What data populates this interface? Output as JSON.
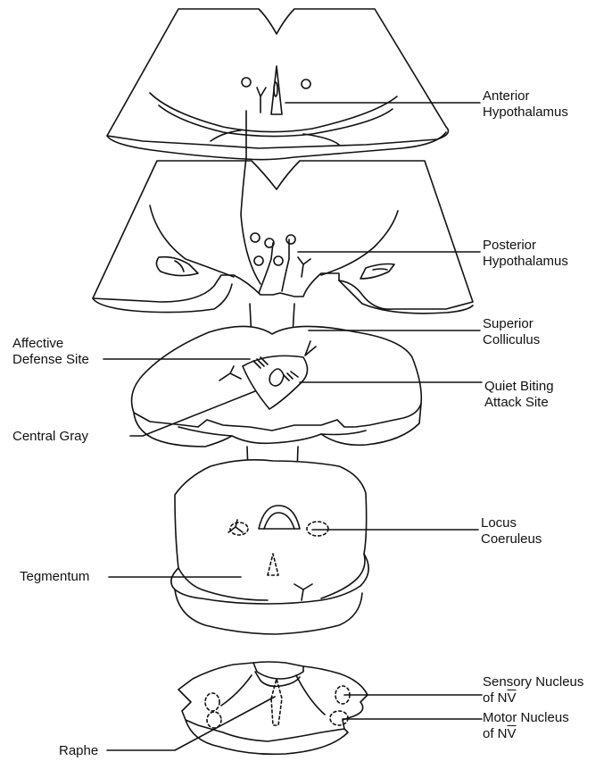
{
  "labels": {
    "anterior_hypothalamus": {
      "line1": "Anterior",
      "line2": "Hypothalamus"
    },
    "posterior_hypothalamus": {
      "line1": "Posterior",
      "line2": "Hypothalamus"
    },
    "superior_colliculus": {
      "line1": "Superior",
      "line2": "Colliculus"
    },
    "affective_defense_site": {
      "line1": "Affective",
      "line2": "Defense Site"
    },
    "quiet_biting_attack_site": {
      "line1": "Quiet Biting",
      "line2": "Attack Site"
    },
    "central_gray": "Central Gray",
    "locus_coeruleus": {
      "line1": "Locus",
      "line2": "Coeruleus"
    },
    "tegmentum": "Tegmentum",
    "sensory_nucleus": {
      "line1": "Sensory Nucleus",
      "line2_prefix": "of N",
      "line2_numeral": "V"
    },
    "motor_nucleus": {
      "line1": "Motor Nucleus",
      "line2_prefix": "of N",
      "line2_numeral": "V"
    },
    "raphe": "Raphe"
  },
  "colors": {
    "ink": "#111111",
    "paper": "#ffffff"
  }
}
